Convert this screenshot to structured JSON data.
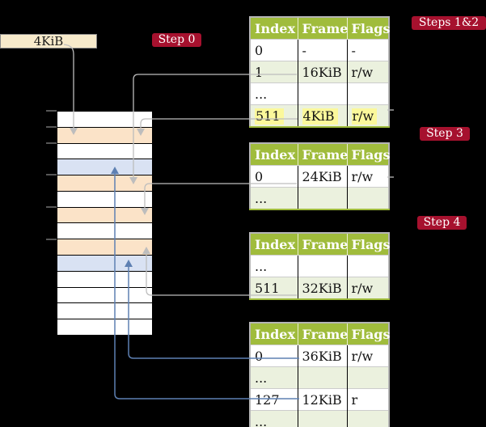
{
  "figure": {
    "kind": "multi-level page-table walk diagram"
  },
  "legend_box": {
    "label": "4KiB"
  },
  "badges": {
    "step0": {
      "label": "Step 0"
    },
    "steps12": {
      "label": "Steps 1&2"
    },
    "step3": {
      "label": "Step 3"
    },
    "step4": {
      "label": "Step 4"
    }
  },
  "memory_stack": {
    "rows": [
      {
        "fill": "white"
      },
      {
        "fill": "peach"
      },
      {
        "fill": "white"
      },
      {
        "fill": "blue"
      },
      {
        "fill": "peach"
      },
      {
        "fill": "white"
      },
      {
        "fill": "peach"
      },
      {
        "fill": "white"
      },
      {
        "fill": "peach"
      },
      {
        "fill": "blue"
      },
      {
        "fill": "white"
      },
      {
        "fill": "white"
      },
      {
        "fill": "white"
      },
      {
        "fill": "white"
      }
    ]
  },
  "tables": [
    {
      "name": "page-table-steps-1-2",
      "headers": [
        "Index",
        "Frame",
        "Flags"
      ],
      "rows": [
        {
          "cells": [
            "0",
            "-",
            "-"
          ]
        },
        {
          "cells": [
            "1",
            "16KiB",
            "r/w"
          ],
          "shaded": true
        },
        {
          "cells": [
            "...",
            "",
            ""
          ]
        },
        {
          "cells": [
            "511",
            "4KiB",
            "r/w"
          ],
          "shaded": true,
          "highlighted": true
        }
      ]
    },
    {
      "name": "page-table-step-3",
      "headers": [
        "Index",
        "Frame",
        "Flags"
      ],
      "rows": [
        {
          "cells": [
            "0",
            "24KiB",
            "r/w"
          ]
        },
        {
          "cells": [
            "...",
            "",
            ""
          ],
          "shaded": true
        }
      ]
    },
    {
      "name": "page-table-step-4",
      "headers": [
        "Index",
        "Frame",
        "Flags"
      ],
      "rows": [
        {
          "cells": [
            "...",
            "",
            ""
          ]
        },
        {
          "cells": [
            "511",
            "32KiB",
            "r/w"
          ],
          "shaded": true
        }
      ]
    },
    {
      "name": "page-table-leaf",
      "headers": [
        "Index",
        "Frame",
        "Flags"
      ],
      "rows": [
        {
          "cells": [
            "0",
            "36KiB",
            "r/w"
          ]
        },
        {
          "cells": [
            "...",
            "",
            ""
          ],
          "shaded": true
        },
        {
          "cells": [
            "127",
            "12KiB",
            "r"
          ]
        },
        {
          "cells": [
            "...",
            "",
            ""
          ],
          "shaded": true
        }
      ]
    }
  ],
  "arrows": [
    {
      "from": "4KiB box",
      "to": "memory row 2 (peach)",
      "color": "gray"
    },
    {
      "from": "table-1 row index 1",
      "to": "memory row 5 (peach)",
      "color": "gray"
    },
    {
      "from": "table-1 row index 511",
      "to": "memory row 2 (peach)",
      "color": "gray"
    },
    {
      "from": "table-2 row index 0",
      "to": "memory row 7 (peach)",
      "color": "gray"
    },
    {
      "from": "table-3 row index 511",
      "to": "memory row 9 (peach)",
      "color": "gray"
    },
    {
      "from": "table-4 row index 0",
      "to": "memory row 10 (blue)",
      "color": "blue"
    },
    {
      "from": "table-4 row index 127",
      "to": "memory row 4 (blue)",
      "color": "blue"
    }
  ],
  "colors": {
    "accent_crimson": "#A6112E",
    "header_olive": "#A0BC3C",
    "row_green": "#EBF1DE",
    "row_peach": "#FBE3C8",
    "row_blue": "#D9E2F3",
    "box_cream": "#F7EACB",
    "highlight_yellow": "#FBF89B",
    "arrow_gray": "#BDBDBD",
    "arrow_blue": "#5E80B2"
  }
}
